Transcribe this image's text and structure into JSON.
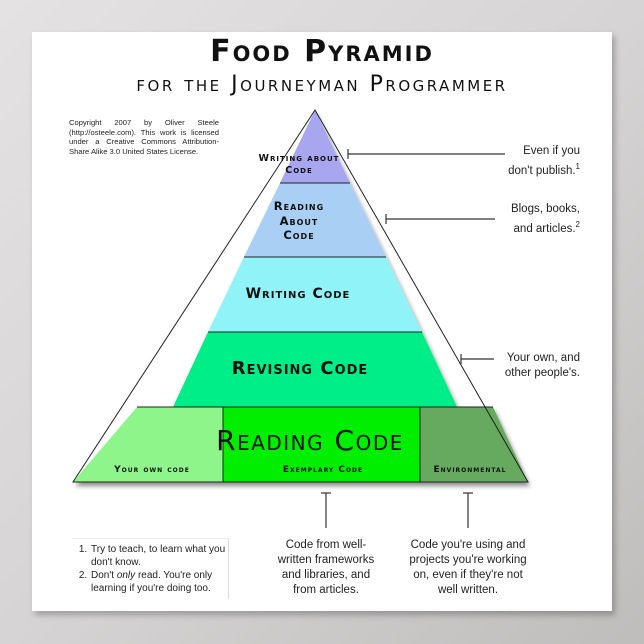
{
  "title": {
    "main": "Food Pyramid",
    "subtitle": "for the Journeyman Programmer"
  },
  "copyright": "Copyright 2007 by Oliver Steele (http://osteele.com). This work is licensed under a Creative Commons Attribution-Share Alike 3.0 United States License.",
  "pyramid": {
    "tiers": [
      {
        "label": "Writing about Code",
        "color": "#a9a6f0"
      },
      {
        "label": "Reading About Code",
        "color": "#a9cff5"
      },
      {
        "label": "Writing Code",
        "color": "#8ff3f8"
      },
      {
        "label": "Revising Code",
        "color": "#00ee88"
      },
      {
        "label": "Reading Code",
        "color": "#00ee00"
      }
    ],
    "base_segments": [
      {
        "label": "Your own code",
        "color": "#8ef58a"
      },
      {
        "label": "Exemplary Code",
        "color": "#00ee00"
      },
      {
        "label": "Environmental",
        "color": "#66aa5f"
      }
    ]
  },
  "annotations": {
    "writing_about": {
      "text_line1": "Even if you",
      "text_line2": "don't publish.",
      "footnote_ref": "1"
    },
    "reading_about": {
      "text_line1": "Blogs, books,",
      "text_line2": "and articles.",
      "footnote_ref": "2"
    },
    "revising": {
      "text_line1": "Your own, and",
      "text_line2": "other people's."
    },
    "exemplary": {
      "lines": [
        "Code from well-",
        "written frameworks",
        "and libraries, and",
        "from articles."
      ]
    },
    "environmental": {
      "lines": [
        "Code you're using and",
        "projects you're working",
        "on, even if they're not",
        "well written."
      ]
    }
  },
  "footnotes": {
    "items": [
      {
        "num": "1.",
        "pre": "Try to teach, to learn what you don't know.",
        "em": "",
        "post": ""
      },
      {
        "num": "2.",
        "pre": "Don't ",
        "em": "only",
        "post": " read.  You're only learning if you're doing too."
      }
    ]
  }
}
